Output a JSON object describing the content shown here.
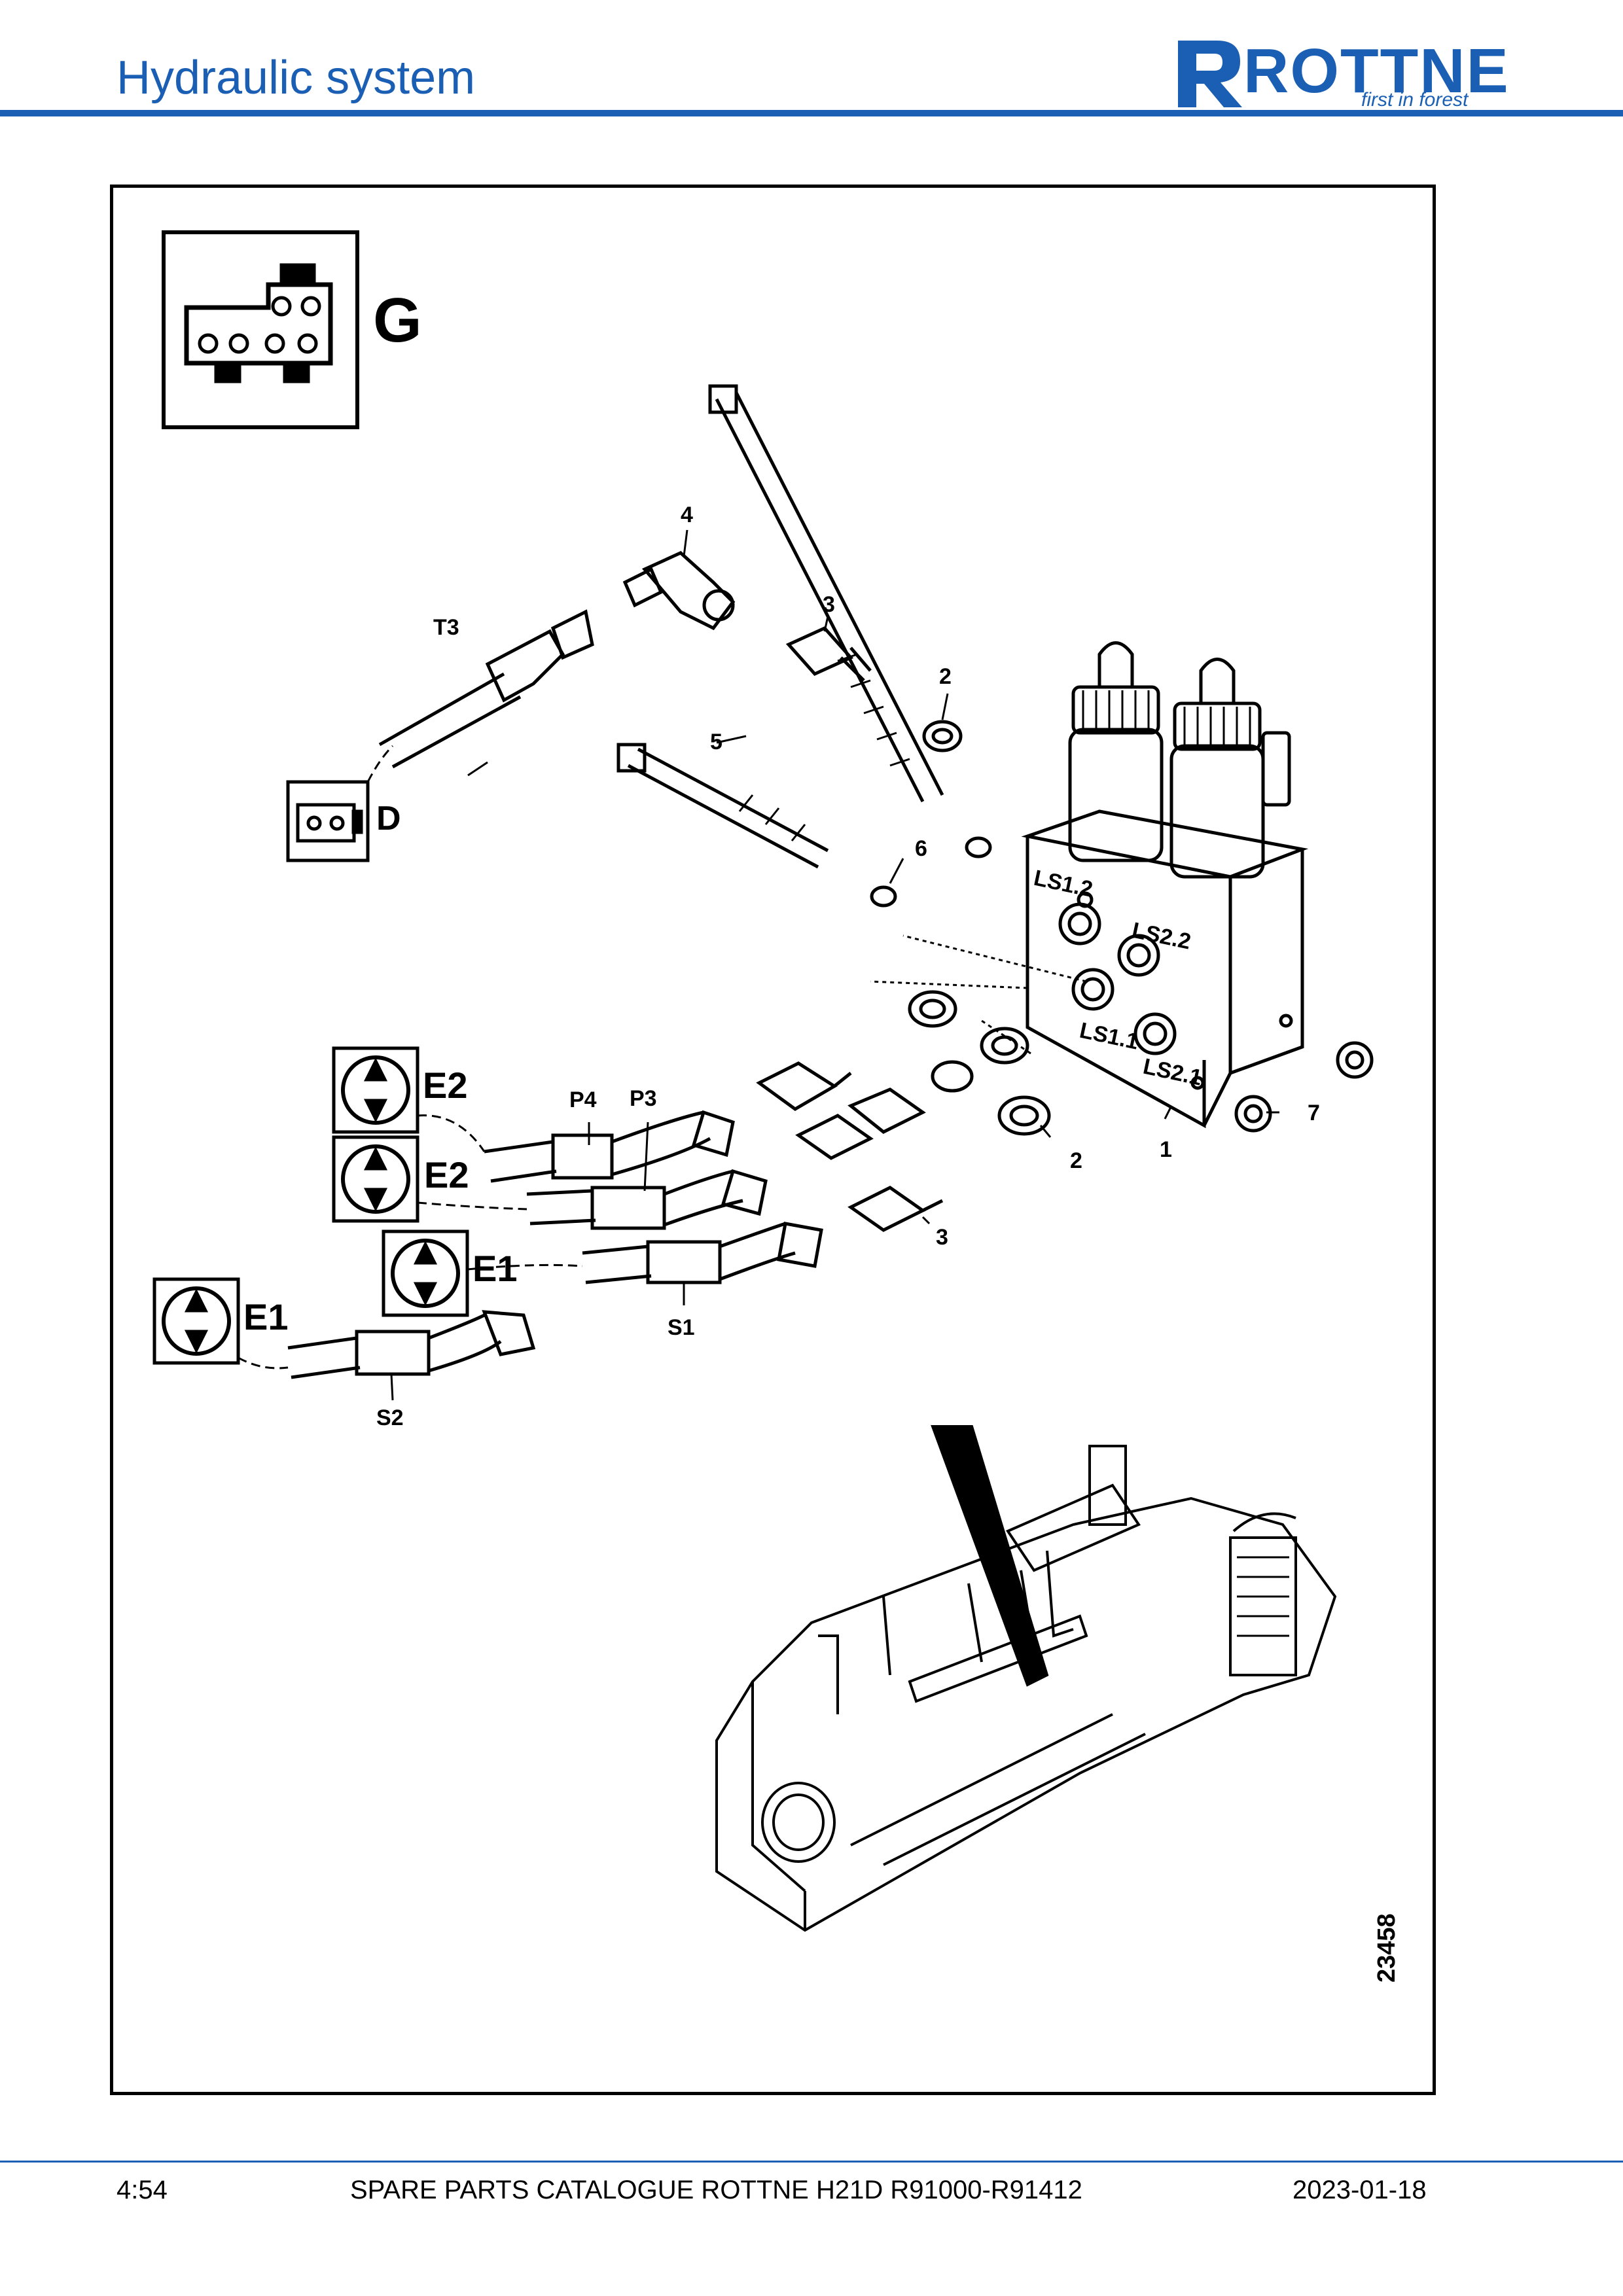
{
  "header": {
    "title": "Hydraulic system",
    "logo": {
      "word": "ROTTNE",
      "tagline": "first in forest"
    },
    "accent_color": "#1a5fb4"
  },
  "diagram": {
    "figure_number": "23458",
    "connector_labels": {
      "g": "G",
      "d": "D"
    },
    "valve_labels": {
      "e2_top": "E2",
      "e2_bottom": "E2",
      "e1_top": "E1",
      "e1_bottom": "E1"
    },
    "hose_labels": {
      "t3": "T3",
      "p4": "P4",
      "p3": "P3",
      "s1": "S1",
      "s2": "S2"
    },
    "port_labels": {
      "ls12": "LS1.2",
      "ls22": "LS2.2",
      "ls11": "LS1.1",
      "ls21": "LS2.1"
    },
    "callouts": {
      "c1": "1",
      "c2a": "2",
      "c2b": "2",
      "c3a": "3",
      "c3b": "3",
      "c4": "4",
      "c5": "5",
      "c6": "6",
      "c7": "7"
    }
  },
  "footer": {
    "page": "4:54",
    "catalogue": "SPARE PARTS CATALOGUE ROTTNE H21D R91000-R91412",
    "date": "2023-01-18"
  }
}
